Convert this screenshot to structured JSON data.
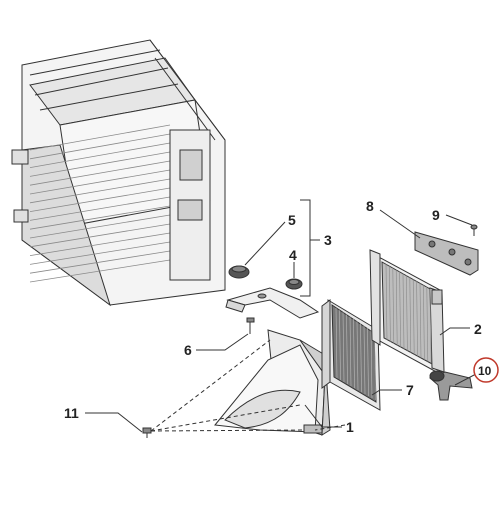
{
  "diagram": {
    "callouts": [
      {
        "id": "1",
        "label": "1"
      },
      {
        "id": "2",
        "label": "2"
      },
      {
        "id": "3",
        "label": "3"
      },
      {
        "id": "4",
        "label": "4"
      },
      {
        "id": "5",
        "label": "5"
      },
      {
        "id": "6",
        "label": "6"
      },
      {
        "id": "7",
        "label": "7"
      },
      {
        "id": "8",
        "label": "8"
      },
      {
        "id": "9",
        "label": "9"
      },
      {
        "id": "10",
        "label": "10",
        "highlighted": true
      },
      {
        "id": "11",
        "label": "11"
      }
    ],
    "colors": {
      "line": "#333333",
      "part_fill": "#f2f2f2",
      "part_shade": "#c8c8c8",
      "dark": "#555555",
      "highlight_ring": "#c0392b"
    }
  }
}
